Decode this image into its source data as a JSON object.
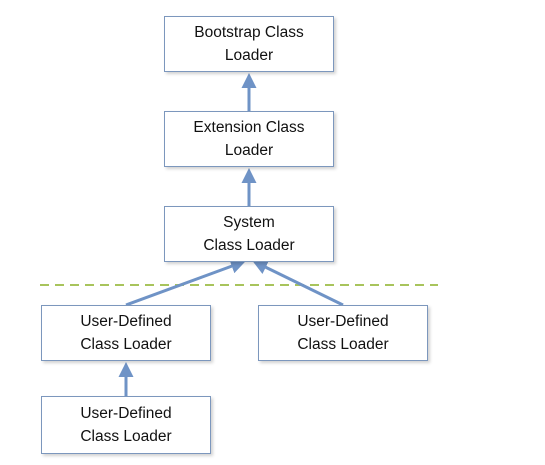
{
  "nodes": {
    "bootstrap": "Bootstrap Class\nLoader",
    "extension": "Extension Class\nLoader",
    "system": "System\nClass Loader",
    "user_defined_left": "User-Defined\nClass Loader",
    "user_defined_right": "User-Defined\nClass Loader",
    "user_defined_bottom": "User-Defined\nClass Loader"
  },
  "colors": {
    "box_border": "#7c97bd",
    "arrow": "#6f93c6",
    "divider": "#a8c45c"
  }
}
